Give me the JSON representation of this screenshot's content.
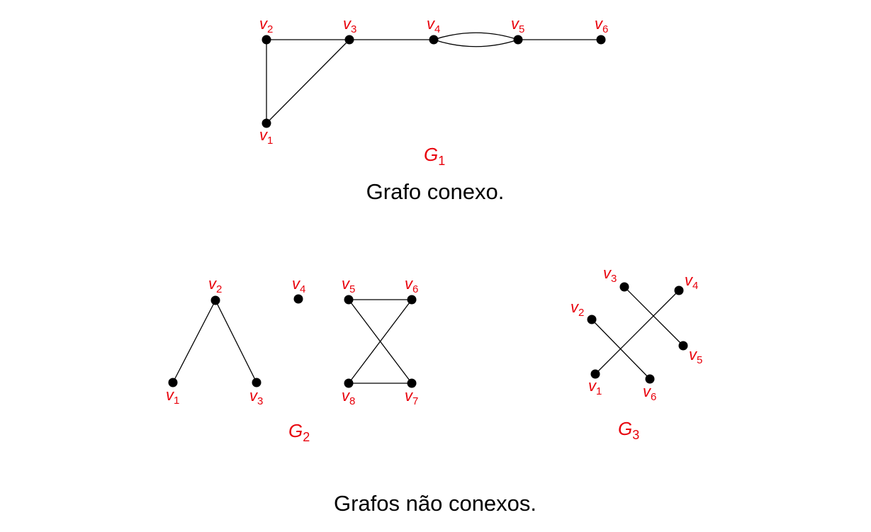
{
  "colors": {
    "label": "#e8000b",
    "vertex": "#000000",
    "edge": "#000000"
  },
  "captions": {
    "connected": "Grafo conexo.",
    "disconnected": "Grafos não conexos."
  },
  "graphs": [
    {
      "id": "g1",
      "label": {
        "letter": "G",
        "sub": "1"
      },
      "vertices": [
        {
          "id": "v1",
          "letter": "v",
          "sub": "1"
        },
        {
          "id": "v2",
          "letter": "v",
          "sub": "2"
        },
        {
          "id": "v3",
          "letter": "v",
          "sub": "3"
        },
        {
          "id": "v4",
          "letter": "v",
          "sub": "4"
        },
        {
          "id": "v5",
          "letter": "v",
          "sub": "5"
        },
        {
          "id": "v6",
          "letter": "v",
          "sub": "6"
        }
      ],
      "edges": [
        [
          "v1",
          "v2"
        ],
        [
          "v1",
          "v3"
        ],
        [
          "v2",
          "v3"
        ],
        [
          "v3",
          "v4"
        ],
        [
          "v4",
          "v5"
        ],
        [
          "v4",
          "v5"
        ],
        [
          "v5",
          "v6"
        ]
      ]
    },
    {
      "id": "g2",
      "label": {
        "letter": "G",
        "sub": "2"
      },
      "vertices": [
        {
          "id": "v1",
          "letter": "v",
          "sub": "1"
        },
        {
          "id": "v2",
          "letter": "v",
          "sub": "2"
        },
        {
          "id": "v3",
          "letter": "v",
          "sub": "3"
        },
        {
          "id": "v4",
          "letter": "v",
          "sub": "4"
        },
        {
          "id": "v5",
          "letter": "v",
          "sub": "5"
        },
        {
          "id": "v6",
          "letter": "v",
          "sub": "6"
        },
        {
          "id": "v7",
          "letter": "v",
          "sub": "7"
        },
        {
          "id": "v8",
          "letter": "v",
          "sub": "8"
        }
      ],
      "edges": [
        [
          "v1",
          "v2"
        ],
        [
          "v2",
          "v3"
        ],
        [
          "v5",
          "v6"
        ],
        [
          "v8",
          "v7"
        ],
        [
          "v5",
          "v7"
        ],
        [
          "v6",
          "v8"
        ]
      ]
    },
    {
      "id": "g3",
      "label": {
        "letter": "G",
        "sub": "3"
      },
      "vertices": [
        {
          "id": "v1",
          "letter": "v",
          "sub": "1"
        },
        {
          "id": "v2",
          "letter": "v",
          "sub": "2"
        },
        {
          "id": "v3",
          "letter": "v",
          "sub": "3"
        },
        {
          "id": "v4",
          "letter": "v",
          "sub": "4"
        },
        {
          "id": "v5",
          "letter": "v",
          "sub": "5"
        },
        {
          "id": "v6",
          "letter": "v",
          "sub": "6"
        }
      ],
      "edges": [
        [
          "v3",
          "v5"
        ],
        [
          "v4",
          "v1"
        ],
        [
          "v2",
          "v6"
        ]
      ]
    }
  ]
}
